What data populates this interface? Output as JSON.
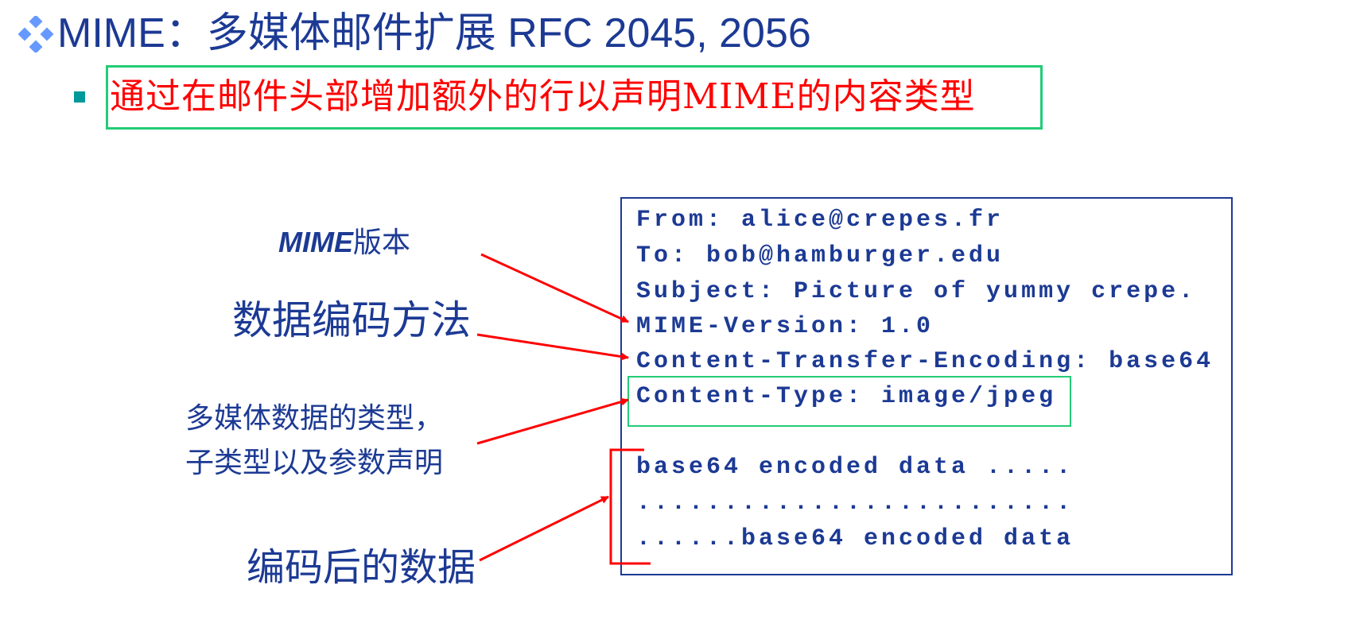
{
  "slide": {
    "title": "MIME：多媒体邮件扩展 RFC 2045, 2056",
    "bullet": "通过在邮件头部增加额外的行以声明MIME的内容类型",
    "colors": {
      "title": "#1c3a94",
      "bullet_text": "#ff0000",
      "highlight_box": "#22cc77",
      "arrow": "#ff0000",
      "bullet_marker": "#00999a",
      "diamond": "#6699ff"
    }
  },
  "email": {
    "headers": [
      "From: alice@crepes.fr",
      "To: bob@hamburger.edu",
      "Subject: Picture of yummy crepe.",
      "MIME-Version: 1.0",
      "Content-Transfer-Encoding: base64",
      "Content-Type: image/jpeg"
    ],
    "body": [
      "base64 encoded data .....",
      ".........................",
      "......base64 encoded data"
    ]
  },
  "labels": {
    "mime_version_latin": "MIME",
    "mime_version_cjk": "版本",
    "encoding_method": "数据编码方法",
    "type_line1": "多媒体数据的类型，",
    "type_line2": "子类型以及参数声明",
    "encoded_data": "编码后的数据"
  }
}
